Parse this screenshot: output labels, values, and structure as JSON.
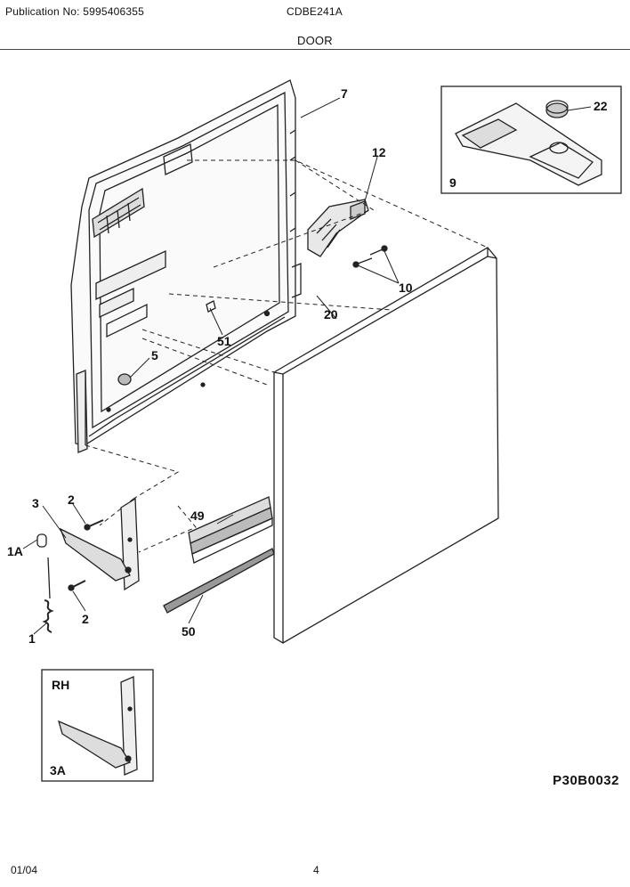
{
  "header": {
    "publication": "Publication No: 5995406355",
    "model": "CDBE241A",
    "section": "DOOR"
  },
  "callouts": {
    "c7": "7",
    "c22": "22",
    "c9": "9",
    "c12": "12",
    "c10": "10",
    "c20": "20",
    "c51": "51",
    "c5": "5",
    "c2a": "2",
    "c3": "3",
    "c1a": "1A",
    "c2b": "2",
    "c1": "1",
    "c49": "49",
    "c50": "50",
    "rh": "RH",
    "c3a": "3A"
  },
  "drawing_code": "P30B0032",
  "footer": {
    "date": "01/04",
    "page": "4"
  }
}
